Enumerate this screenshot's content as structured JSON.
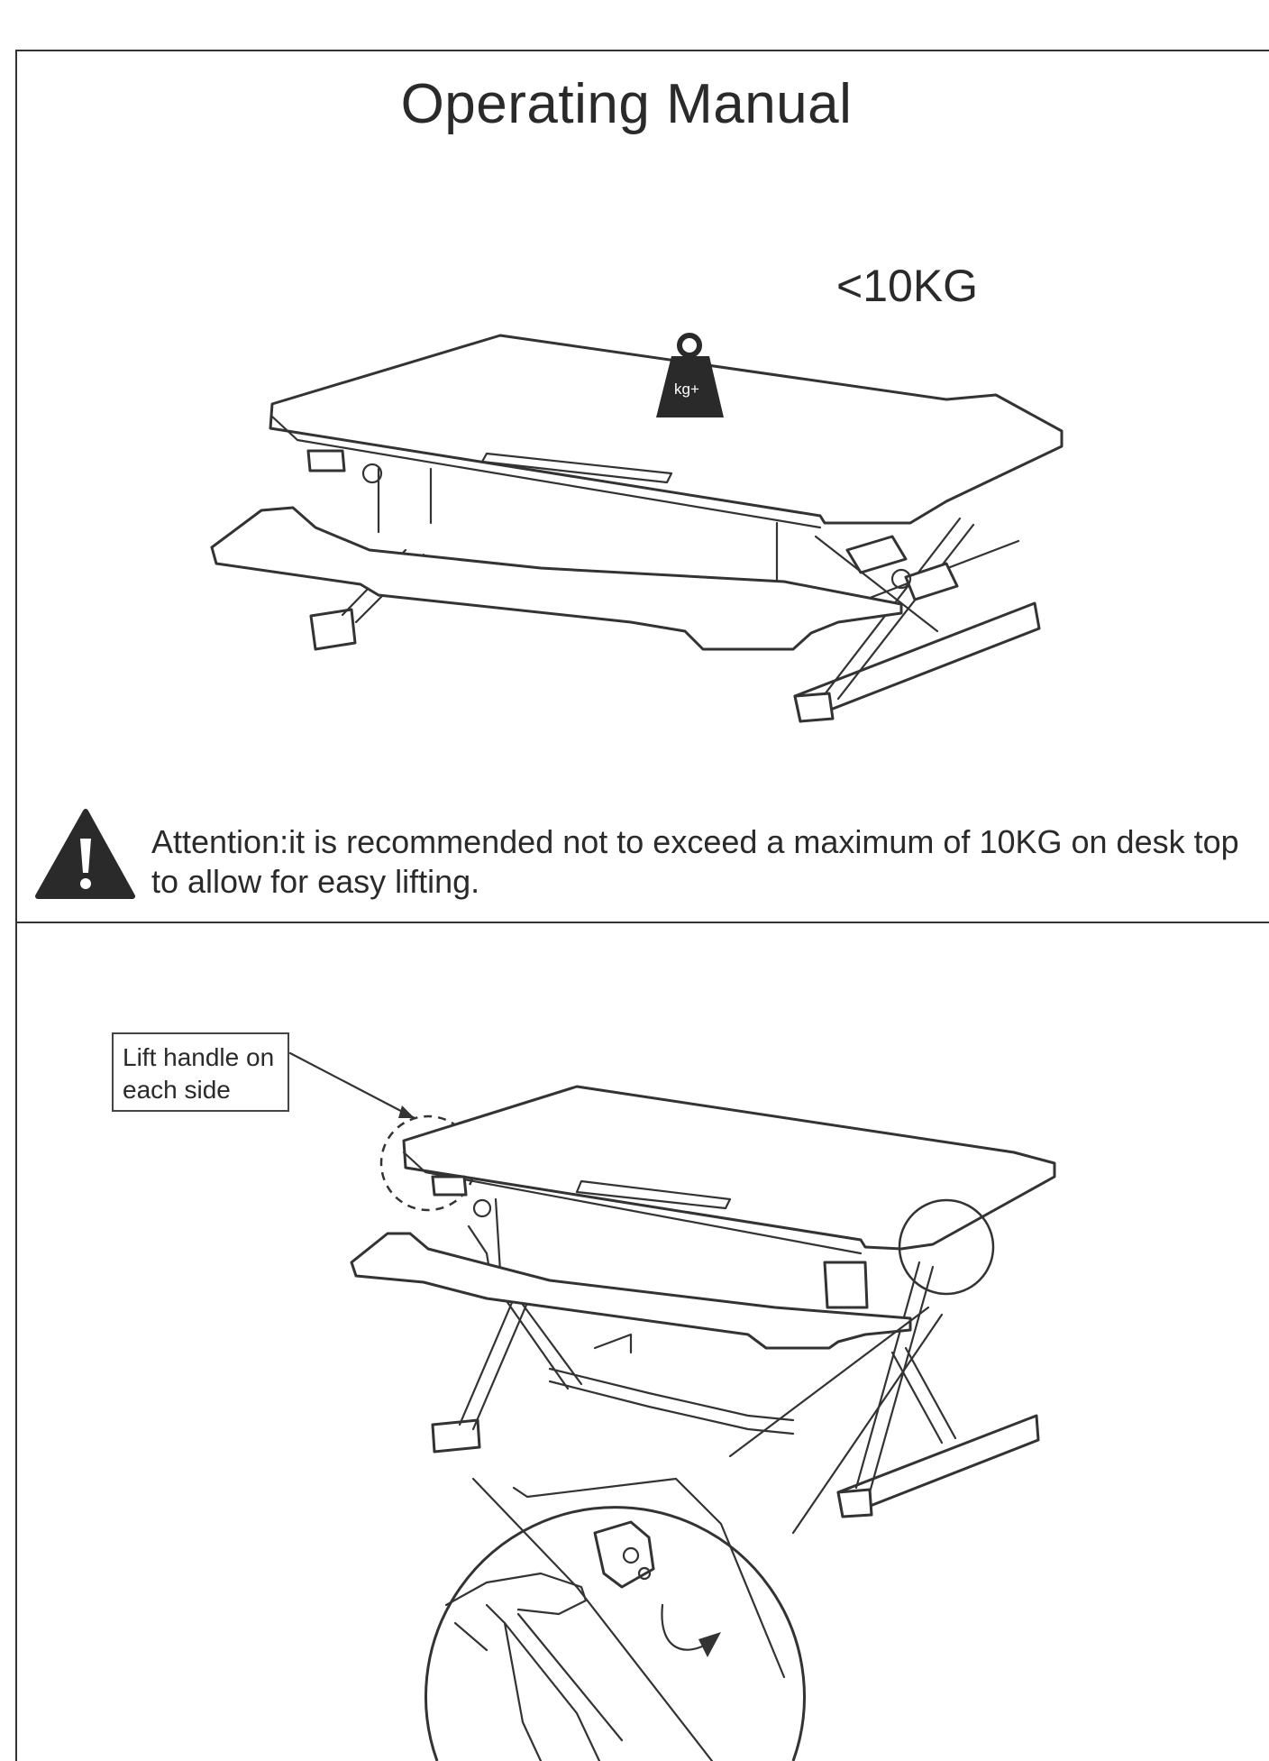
{
  "title": "Operating Manual",
  "weight_limit": "<10KG",
  "weight_icon_label": "kg+",
  "attention_text": "Attention:it is recommended not to exceed a maximum of 10KG on desk top to allow for easy lifting.",
  "callout": {
    "line1": "Lift handle on",
    "line2": "each side"
  },
  "icons": [
    "weight-icon",
    "warning-icon"
  ],
  "colors": {
    "ink": "#2a2a2a",
    "paper": "#ffffff"
  }
}
